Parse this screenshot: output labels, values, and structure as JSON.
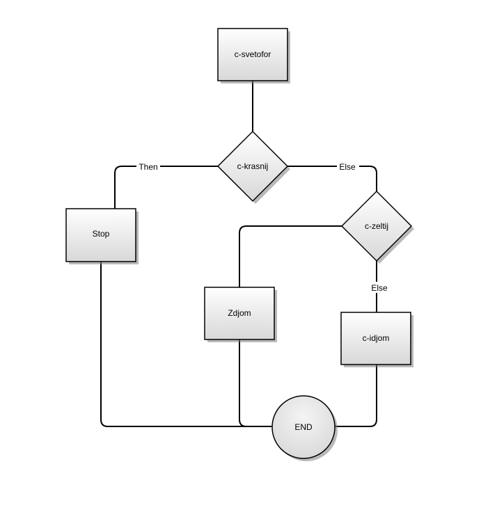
{
  "diagram": {
    "nodes": {
      "start": "c-svetofor",
      "decision_red": "c-krasnij",
      "stop": "Stop",
      "decision_yellow": "c-zeltij",
      "wait": "Zdjom",
      "go": "c-idjom",
      "end": "END"
    },
    "edge_labels": {
      "red_then": "Then",
      "red_else": "Else",
      "yellow_else": "Else"
    }
  },
  "colors": {
    "node_fill_top": "#ffffff",
    "node_fill_bottom": "#d9d9d9",
    "stroke": "#000000",
    "shadow": "#808080"
  }
}
